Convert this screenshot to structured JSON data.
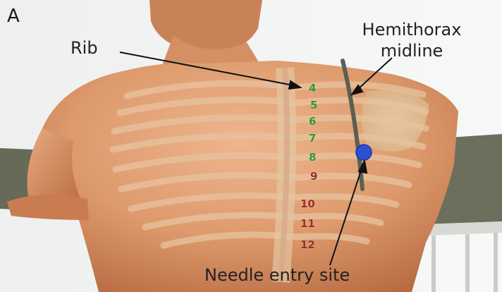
{
  "figure": {
    "panel_letter": "A",
    "labels": {
      "rib": "Rib",
      "hemithorax_line1": "Hemithorax",
      "hemithorax_line2": "midline",
      "needle_entry": "Needle entry site"
    },
    "rib_numbers": [
      {
        "label": "4",
        "group": "upper"
      },
      {
        "label": "5",
        "group": "upper"
      },
      {
        "label": "6",
        "group": "upper"
      },
      {
        "label": "7",
        "group": "upper"
      },
      {
        "label": "8",
        "group": "upper"
      },
      {
        "label": "9",
        "group": "lower"
      },
      {
        "label": "10",
        "group": "lower"
      },
      {
        "label": "11",
        "group": "lower"
      },
      {
        "label": "12",
        "group": "lower"
      }
    ],
    "colors": {
      "upper_rib_numbers": "#2f9a2a",
      "lower_rib_numbers": "#9a2f2a",
      "needle_marker": "#2d4fd6",
      "skin": "#e2a176",
      "background": "#f4f6f6",
      "table": "#6b6f5c"
    }
  }
}
